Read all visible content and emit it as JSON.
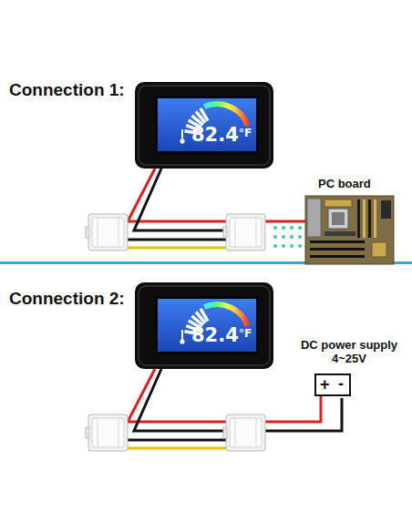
{
  "diagram": {
    "nodes": [
      {
        "text": [
          "82.4",
          "°F"
        ]
      },
      {
        "text": [
          "PC board"
        ]
      },
      {
        "text": [
          "82.4",
          "°F"
        ]
      },
      {
        "text": [
          "DC power supply 4~25V",
          "+",
          "-"
        ]
      }
    ],
    "edges": [
      {
        "from": 0,
        "to": 1,
        "arrow": "none"
      },
      {
        "from": 2,
        "to": 3,
        "arrow": "none"
      }
    ],
    "labels": [
      "Connection 1:",
      "Connection 2:"
    ]
  }
}
